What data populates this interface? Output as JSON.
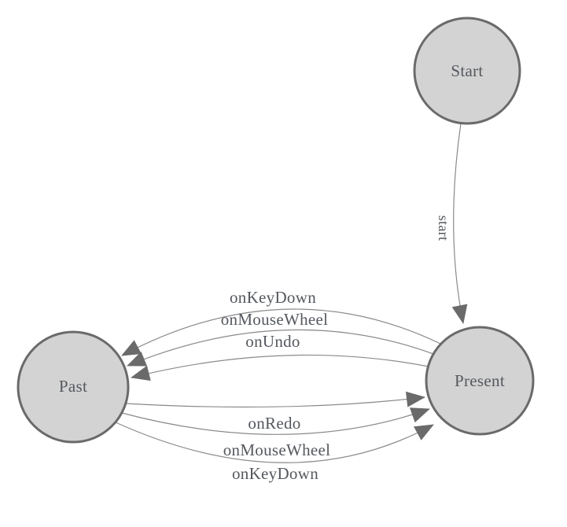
{
  "diagram": {
    "type": "state-machine",
    "nodes": [
      {
        "id": "start",
        "label": "Start"
      },
      {
        "id": "present",
        "label": "Present"
      },
      {
        "id": "past",
        "label": "Past"
      }
    ],
    "edges": [
      {
        "from": "start",
        "to": "present",
        "label": "start"
      },
      {
        "from": "present",
        "to": "past",
        "label": "onKeyDown"
      },
      {
        "from": "present",
        "to": "past",
        "label": "onMouseWheel"
      },
      {
        "from": "present",
        "to": "past",
        "label": "onUndo"
      },
      {
        "from": "past",
        "to": "present",
        "label": "onRedo"
      },
      {
        "from": "past",
        "to": "present",
        "label": "onMouseWheel"
      },
      {
        "from": "past",
        "to": "present",
        "label": "onKeyDown"
      }
    ],
    "colors": {
      "background": "#ffffff",
      "node_fill": "#d3d3d3",
      "node_border": "#6a6a6a",
      "edge_line": "#8a8a8a",
      "arrow": "#6a6a6a",
      "text": "#54585e"
    }
  }
}
